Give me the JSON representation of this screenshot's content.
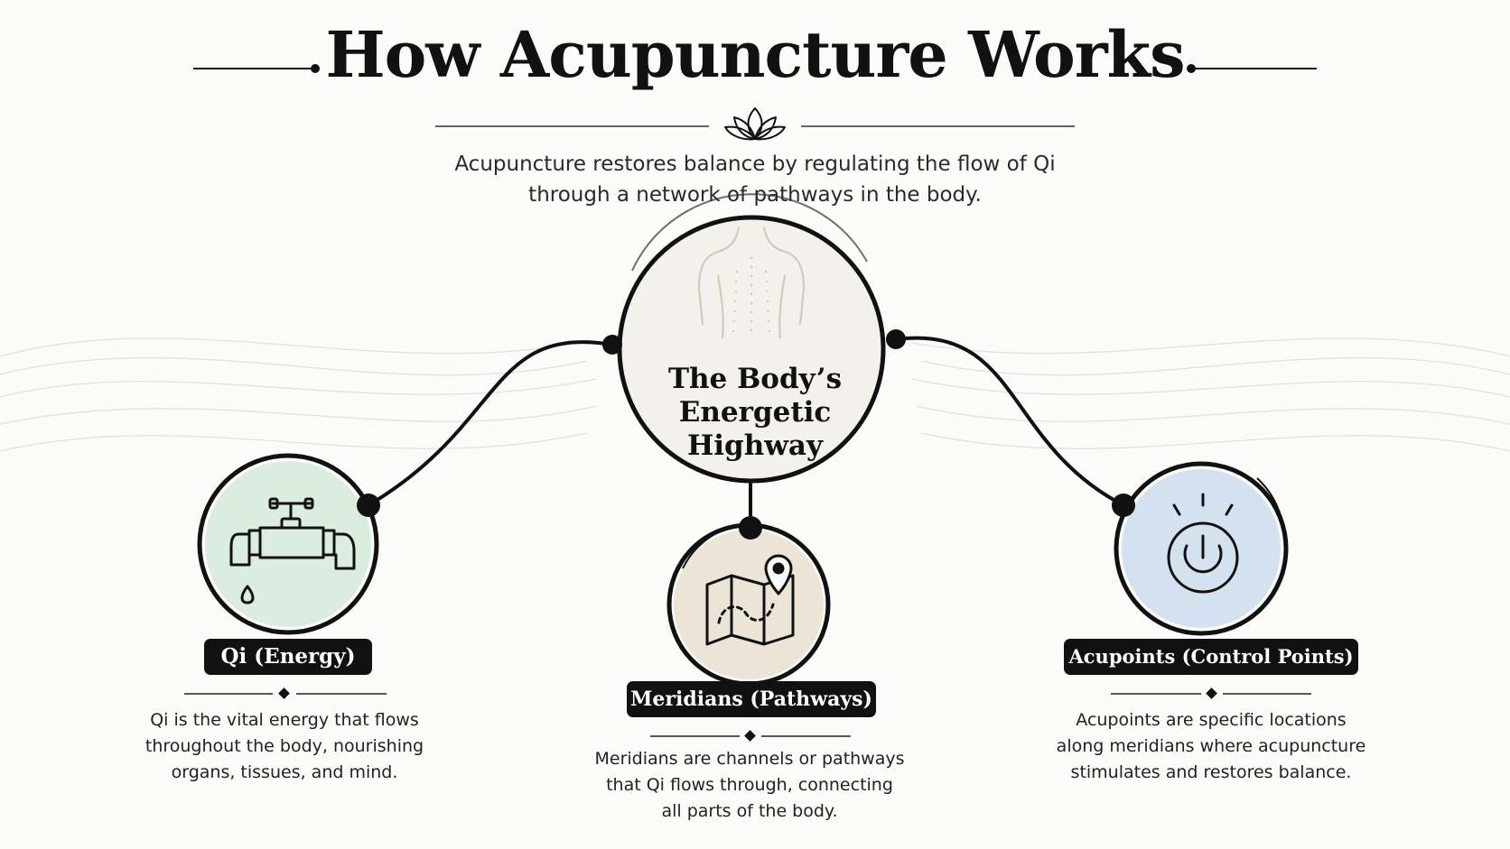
{
  "header": {
    "title": "How Acupuncture Works",
    "subtitle_line1": "Acupuncture restores balance by regulating the flow of Qi",
    "subtitle_line2": "through a network of pathways in the body."
  },
  "center": {
    "label_line1": "The Body’s",
    "label_line2": "Energetic",
    "label_line3": "Highway",
    "icon": "body-meridian-icon"
  },
  "nodes": [
    {
      "label": "Qi (Energy)",
      "icon": "faucet-icon",
      "fill": "#dbeddf",
      "desc_line1": "Qi is the vital energy that flows",
      "desc_line2": "throughout the body, nourishing",
      "desc_line3": "organs, tissues, and mind."
    },
    {
      "label": "Meridians (Pathways)",
      "icon": "map-pin-icon",
      "fill": "#ece5d7",
      "desc_line1": "Meridians are channels or pathways",
      "desc_line2": "that Qi flows through, connecting",
      "desc_line3": "all parts of the body."
    },
    {
      "label": "Acupoints (Control Points)",
      "icon": "power-button-icon",
      "fill": "#d4e1ee",
      "desc_line1": "Acupoints are specific locations",
      "desc_line2": "along meridians where acupuncture",
      "desc_line3": "stimulates and restores balance."
    }
  ],
  "colors": {
    "ink": "#111111",
    "background": "#fbfbfa"
  }
}
